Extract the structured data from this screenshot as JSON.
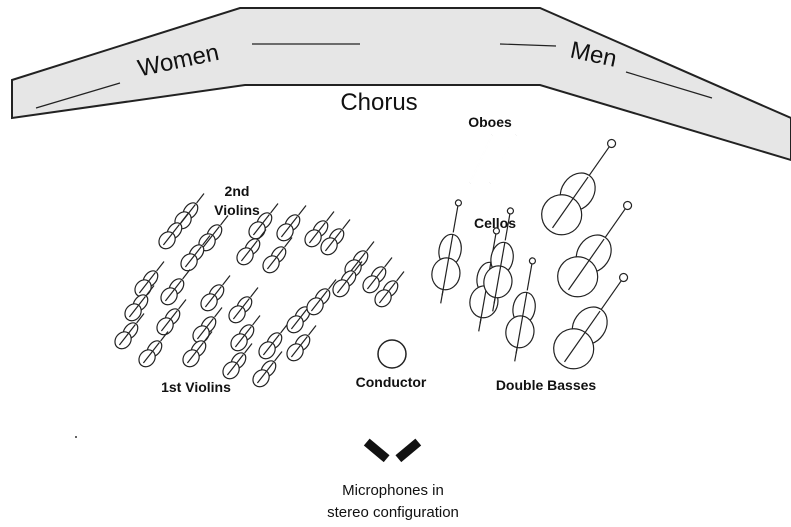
{
  "diagram": {
    "chorus": {
      "label": "Chorus",
      "women_label": "Women",
      "men_label": "Men"
    },
    "sections": {
      "oboes": "Oboes",
      "cellos": "Cellos",
      "second_violins": [
        "2nd",
        "Violins"
      ],
      "first_violins": "1st Violins",
      "conductor": "Conductor",
      "double_basses": "Double Basses"
    },
    "microphones": {
      "line1": "Microphones in",
      "line2": "stereo configuration"
    },
    "colors": {
      "ink": "#222222",
      "band_fill": "#e6e6e6"
    }
  }
}
